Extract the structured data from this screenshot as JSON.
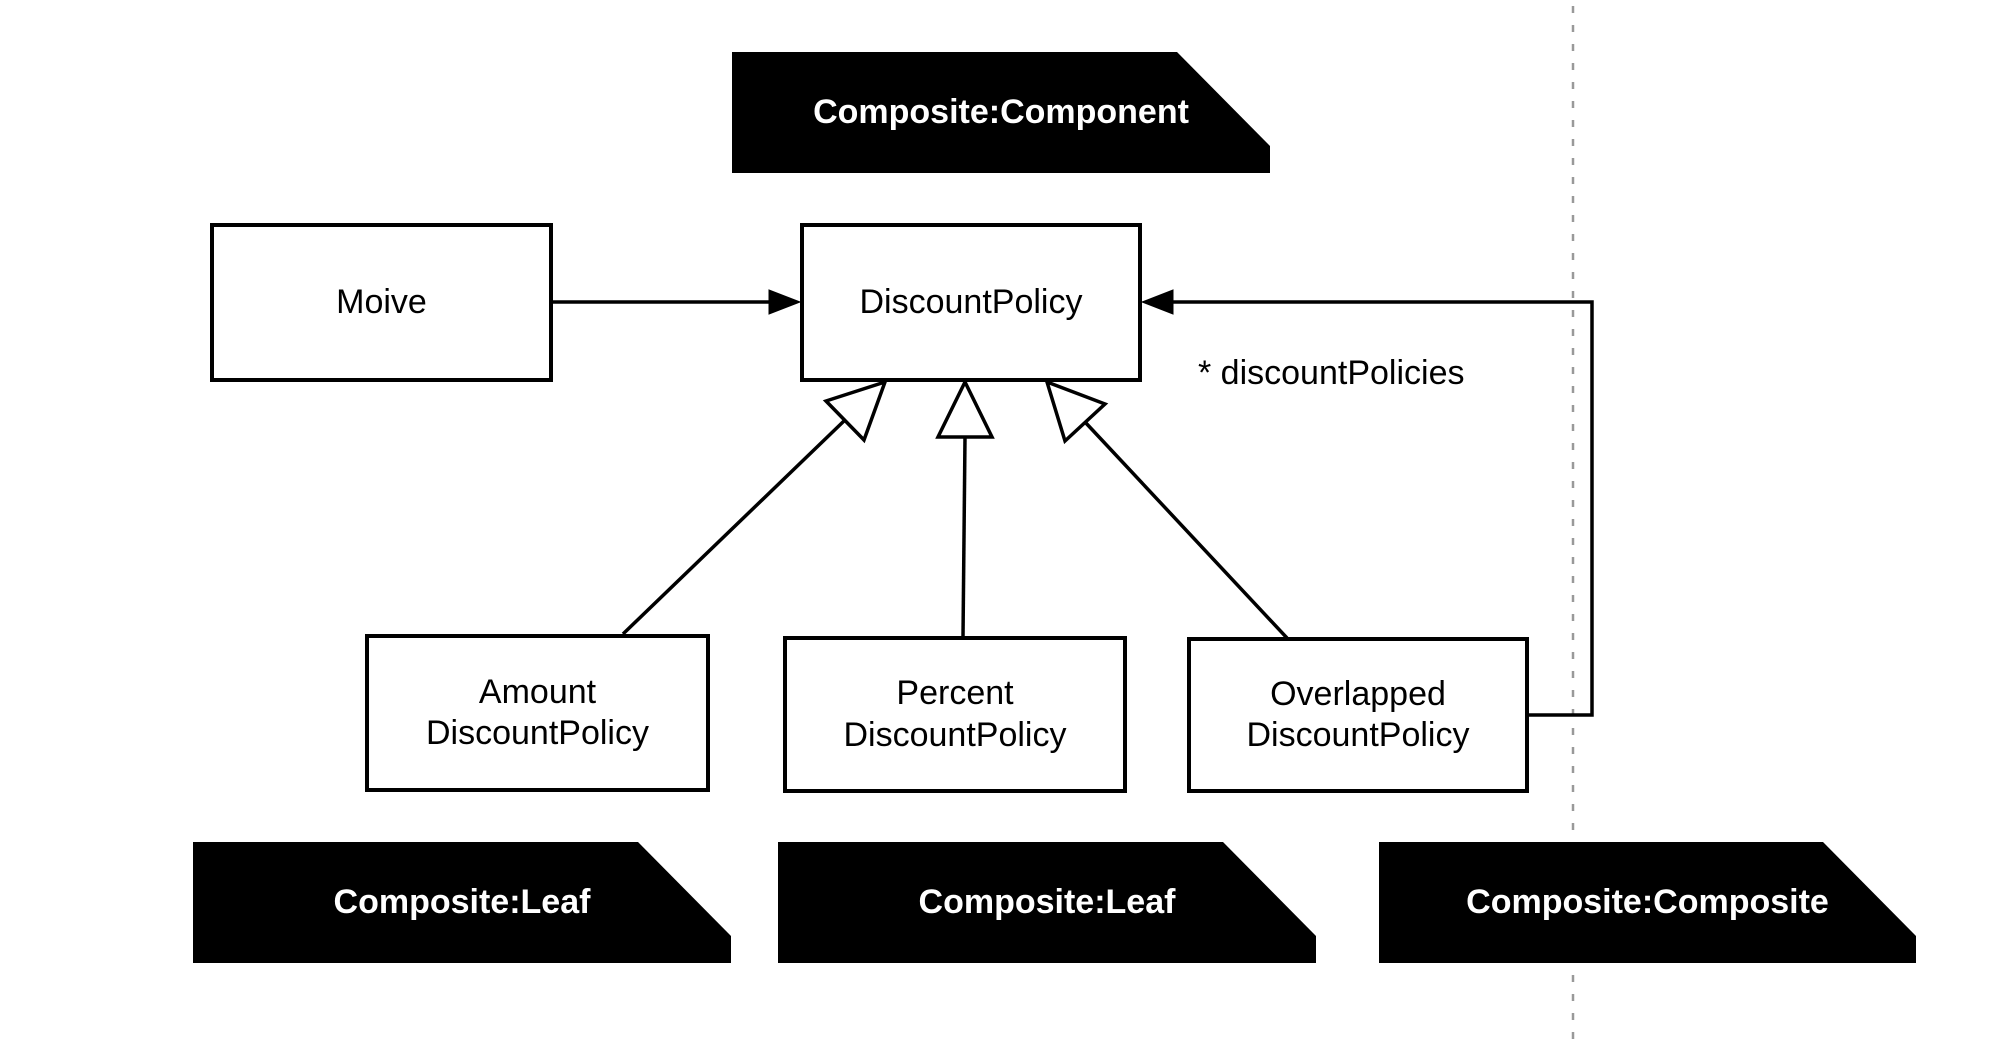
{
  "diagram": {
    "title_hint": "Composite pattern class diagram",
    "colors": {
      "background": "#ffffff",
      "shape_stroke": "#000000",
      "node_fill": "#ffffff",
      "banner_fill": "#000000",
      "banner_text": "#ffffff",
      "guide_line": "#999999"
    },
    "top_banner": {
      "label": "Composite:Component"
    },
    "nodes": {
      "movie": {
        "label": "Moive"
      },
      "discount_policy": {
        "label": "DiscountPolicy"
      },
      "amount": {
        "lines": [
          "Amount",
          "DiscountPolicy"
        ]
      },
      "percent": {
        "lines": [
          "Percent",
          "DiscountPolicy"
        ]
      },
      "overlapped": {
        "lines": [
          "Overlapped",
          "DiscountPolicy"
        ]
      }
    },
    "edges": {
      "composition_label": "* discountPolicies",
      "movie_to_discount": "association arrow",
      "inheritance_arrows": "hollow triangle generalization x3"
    },
    "bottom_banners": [
      {
        "label": "Composite:Leaf"
      },
      {
        "label": "Composite:Leaf"
      },
      {
        "label": "Composite:Composite"
      }
    ]
  }
}
